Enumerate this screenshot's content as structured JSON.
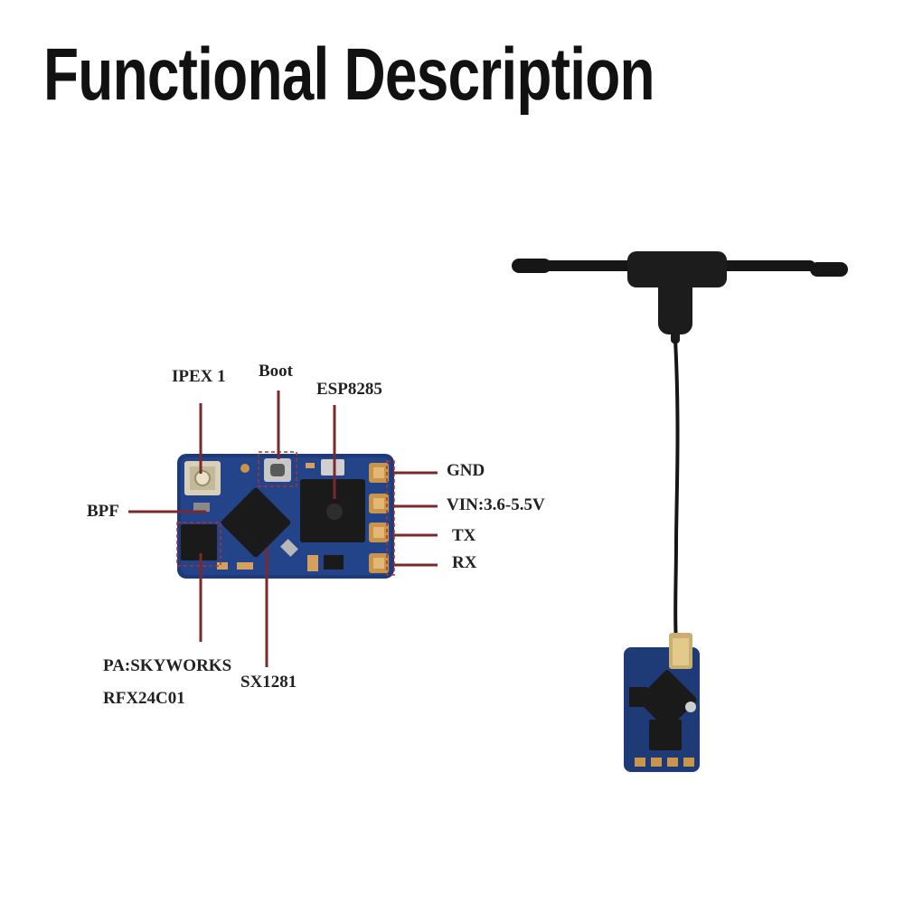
{
  "title": "Functional Description",
  "labels": {
    "ipex": "IPEX 1",
    "boot": "Boot",
    "esp": "ESP8285",
    "gnd": "GND",
    "vin": "VIN:3.6-5.5V",
    "tx": "TX",
    "rx": "RX",
    "bpf": "BPF",
    "pa_line1": "PA:SKYWORKS",
    "pa_line2": "RFX24C01",
    "sx": "SX1281"
  },
  "colors": {
    "leader": "#7a2a2a",
    "pcb": "#1e3b78",
    "chip": "#1a1a1a",
    "pad": "#c9954a",
    "antenna": "#161616"
  }
}
